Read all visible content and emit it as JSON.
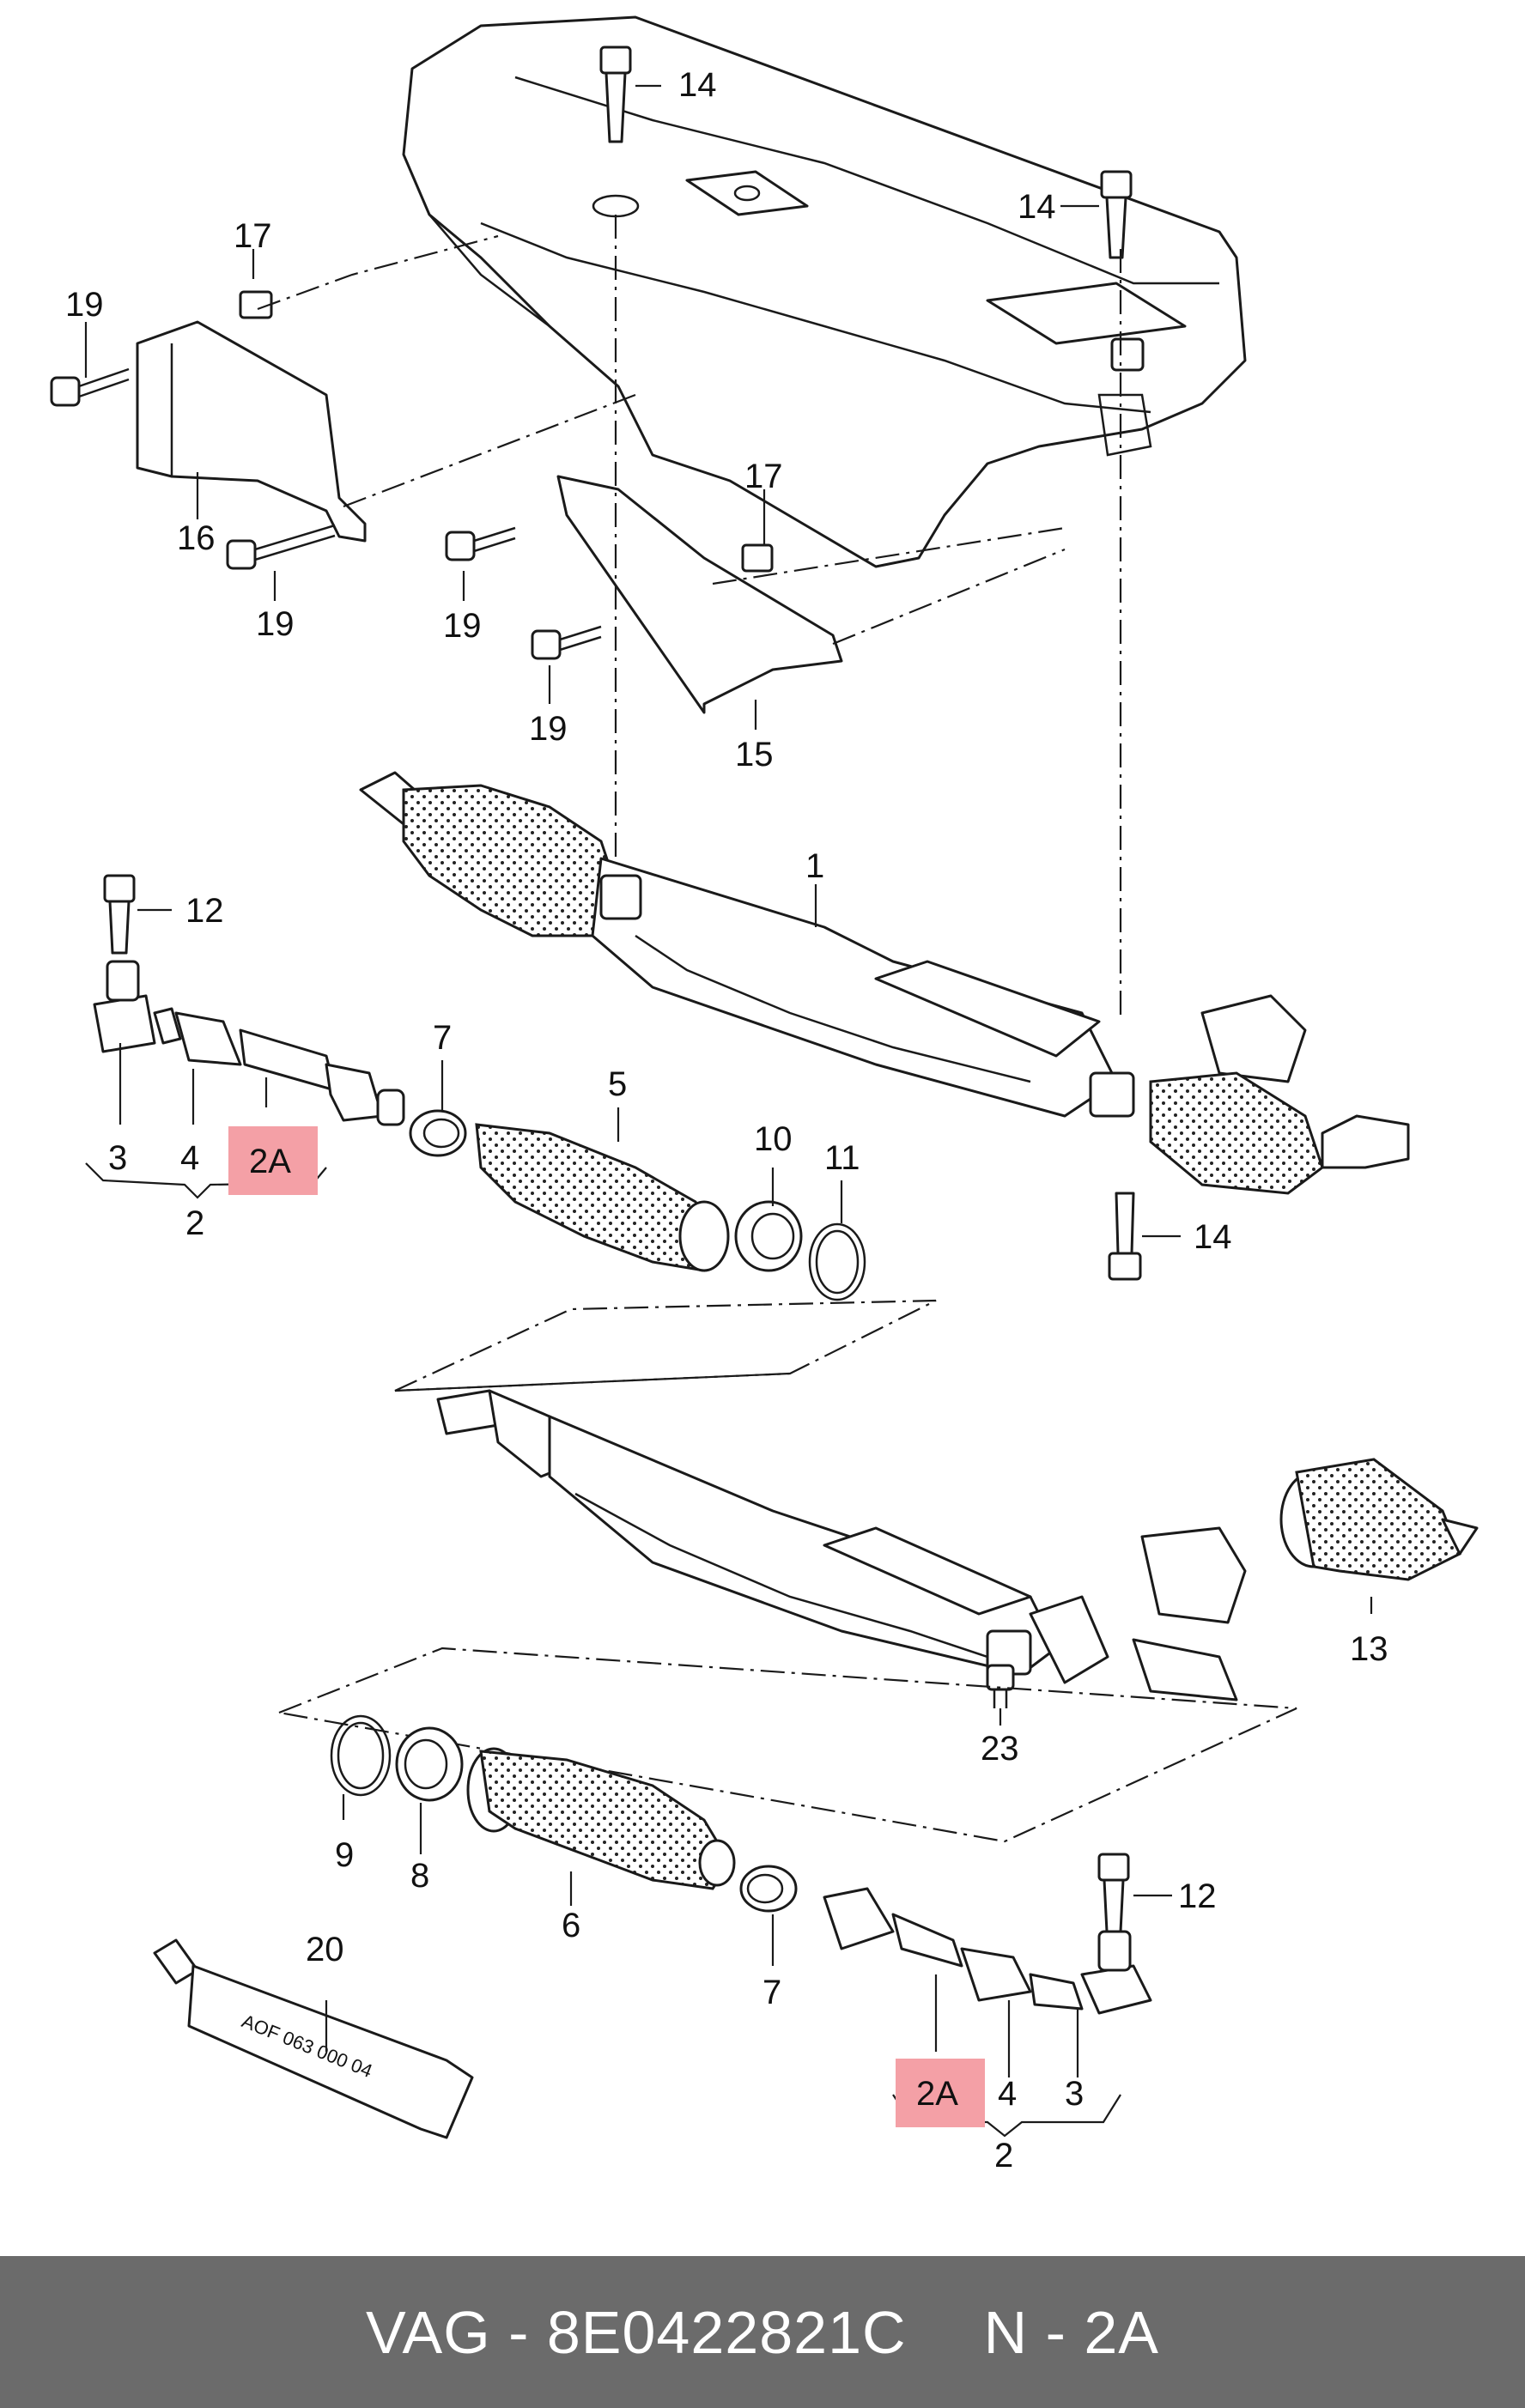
{
  "callouts": {
    "c14a": "14",
    "c14b": "14",
    "c14c": "14",
    "c17a": "17",
    "c17b": "17",
    "c19a": "19",
    "c19b": "19",
    "c19c": "19",
    "c19d": "19",
    "c16": "16",
    "c15": "15",
    "c1": "1",
    "c12a": "12",
    "c12b": "12",
    "c7a": "7",
    "c7b": "7",
    "c5": "5",
    "c10": "10",
    "c11": "11",
    "c3a": "3",
    "c3b": "3",
    "c4a": "4",
    "c4b": "4",
    "c2Aa": "2A",
    "c2Ab": "2A",
    "c2a": "2",
    "c2b": "2",
    "c13": "13",
    "c23": "23",
    "c9": "9",
    "c8": "8",
    "c6": "6",
    "c20": "20"
  },
  "tube_text": "AOF 063 000 04",
  "highlight_color": "#f4a0a6",
  "footer": {
    "brand_part": "VAG - 8E0422821C",
    "position": "N - 2A"
  }
}
